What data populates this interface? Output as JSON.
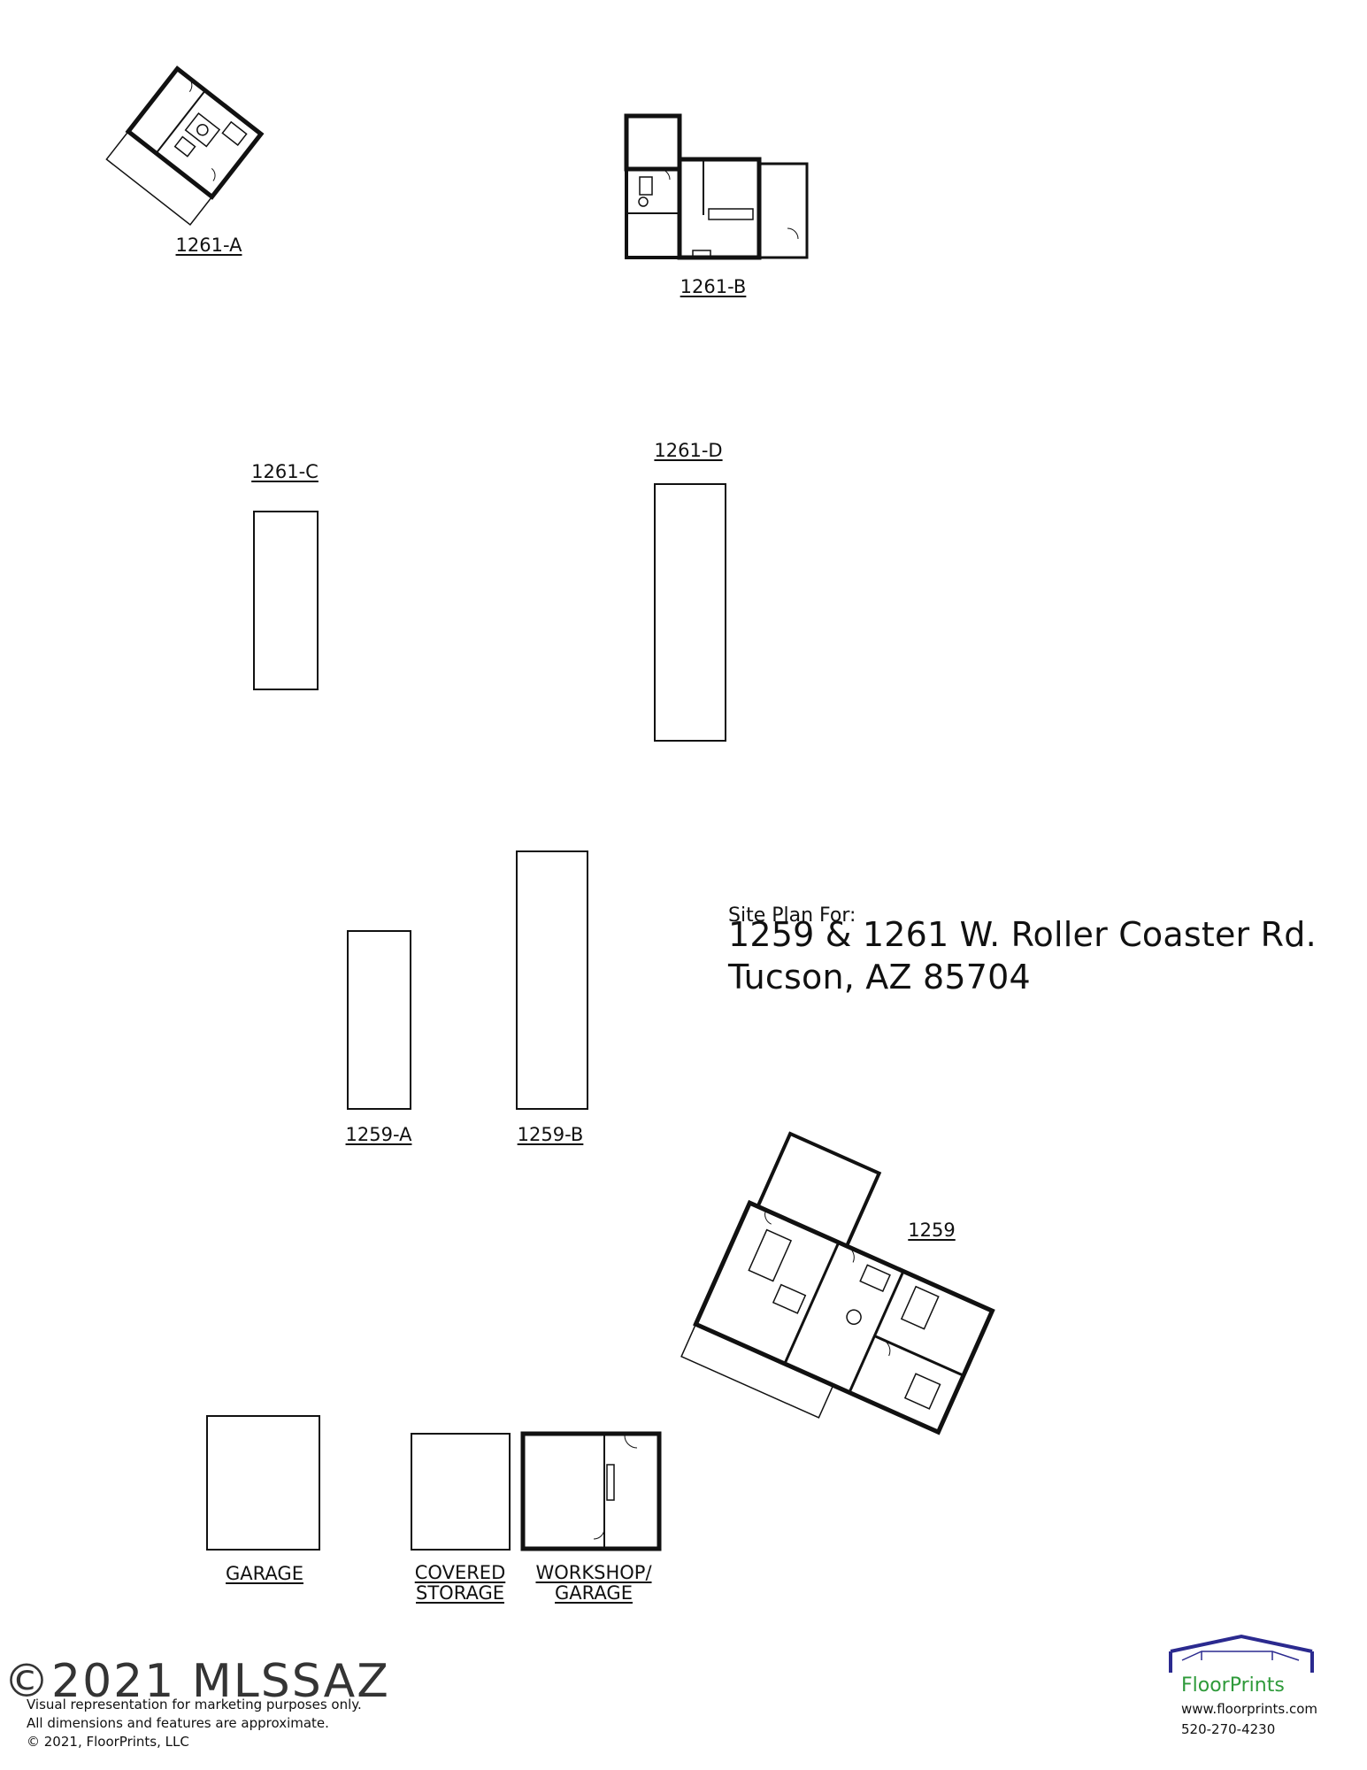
{
  "labels": {
    "u1261a": "1261-A",
    "u1261b": "1261-B",
    "u1261c": "1261-C",
    "u1261d": "1261-D",
    "u1259a": "1259-A",
    "u1259b": "1259-B",
    "u1259": "1259",
    "garage": "GARAGE",
    "covered_storage_1": "COVERED",
    "covered_storage_2": "STORAGE",
    "workshop_1": "WORKSHOP/",
    "workshop_2": "GARAGE"
  },
  "title": {
    "caption": "Site Plan For:",
    "address_line1": "1259 & 1261 W. Roller Coaster Rd.",
    "address_line2": "Tucson, AZ  85704"
  },
  "footer": {
    "line1": "Visual representation for marketing purposes only.",
    "line2": "All dimensions and features are approximate.",
    "line3": "© 2021, FloorPrints, LLC"
  },
  "watermark": "©2021 MLSSAZ",
  "brand": {
    "name": "FloorPrints",
    "url": "www.floorprints.com",
    "phone": "520-270-4230",
    "logo_color": "#2b2a8f",
    "name_color": "#2e9a3a"
  }
}
